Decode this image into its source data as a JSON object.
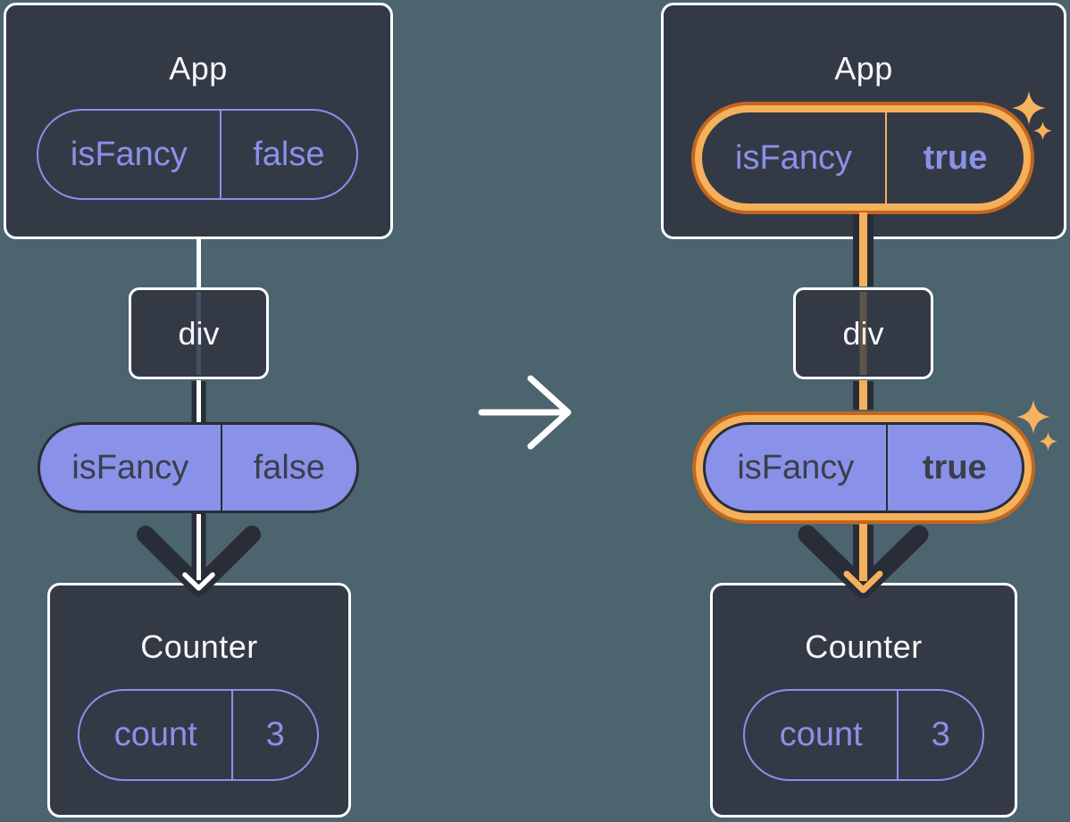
{
  "colors": {
    "background": "#4b646e",
    "card_bg": "#333a46",
    "card_border": "#ffffff",
    "purple": "#8a91e8",
    "dark_stroke": "#282d38",
    "orange_light": "#f5b05c",
    "orange_dark": "#c2671d",
    "sparkle": "#f6b35f",
    "title_text": "#f6f7f9"
  },
  "icons": {
    "transition": "right-arrow-icon",
    "flow": "down-arrow-icon",
    "highlight": "sparkle-icon"
  },
  "left_tree": {
    "app": {
      "title": "App",
      "prop": {
        "name": "isFancy",
        "value": "false"
      }
    },
    "div": {
      "label": "div"
    },
    "passed_prop": {
      "name": "isFancy",
      "value": "false"
    },
    "counter": {
      "title": "Counter",
      "state": {
        "name": "count",
        "value": "3"
      }
    }
  },
  "right_tree": {
    "app": {
      "title": "App",
      "prop": {
        "name": "isFancy",
        "value": "true"
      }
    },
    "div": {
      "label": "div"
    },
    "passed_prop": {
      "name": "isFancy",
      "value": "true"
    },
    "counter": {
      "title": "Counter",
      "state": {
        "name": "count",
        "value": "3"
      }
    }
  }
}
